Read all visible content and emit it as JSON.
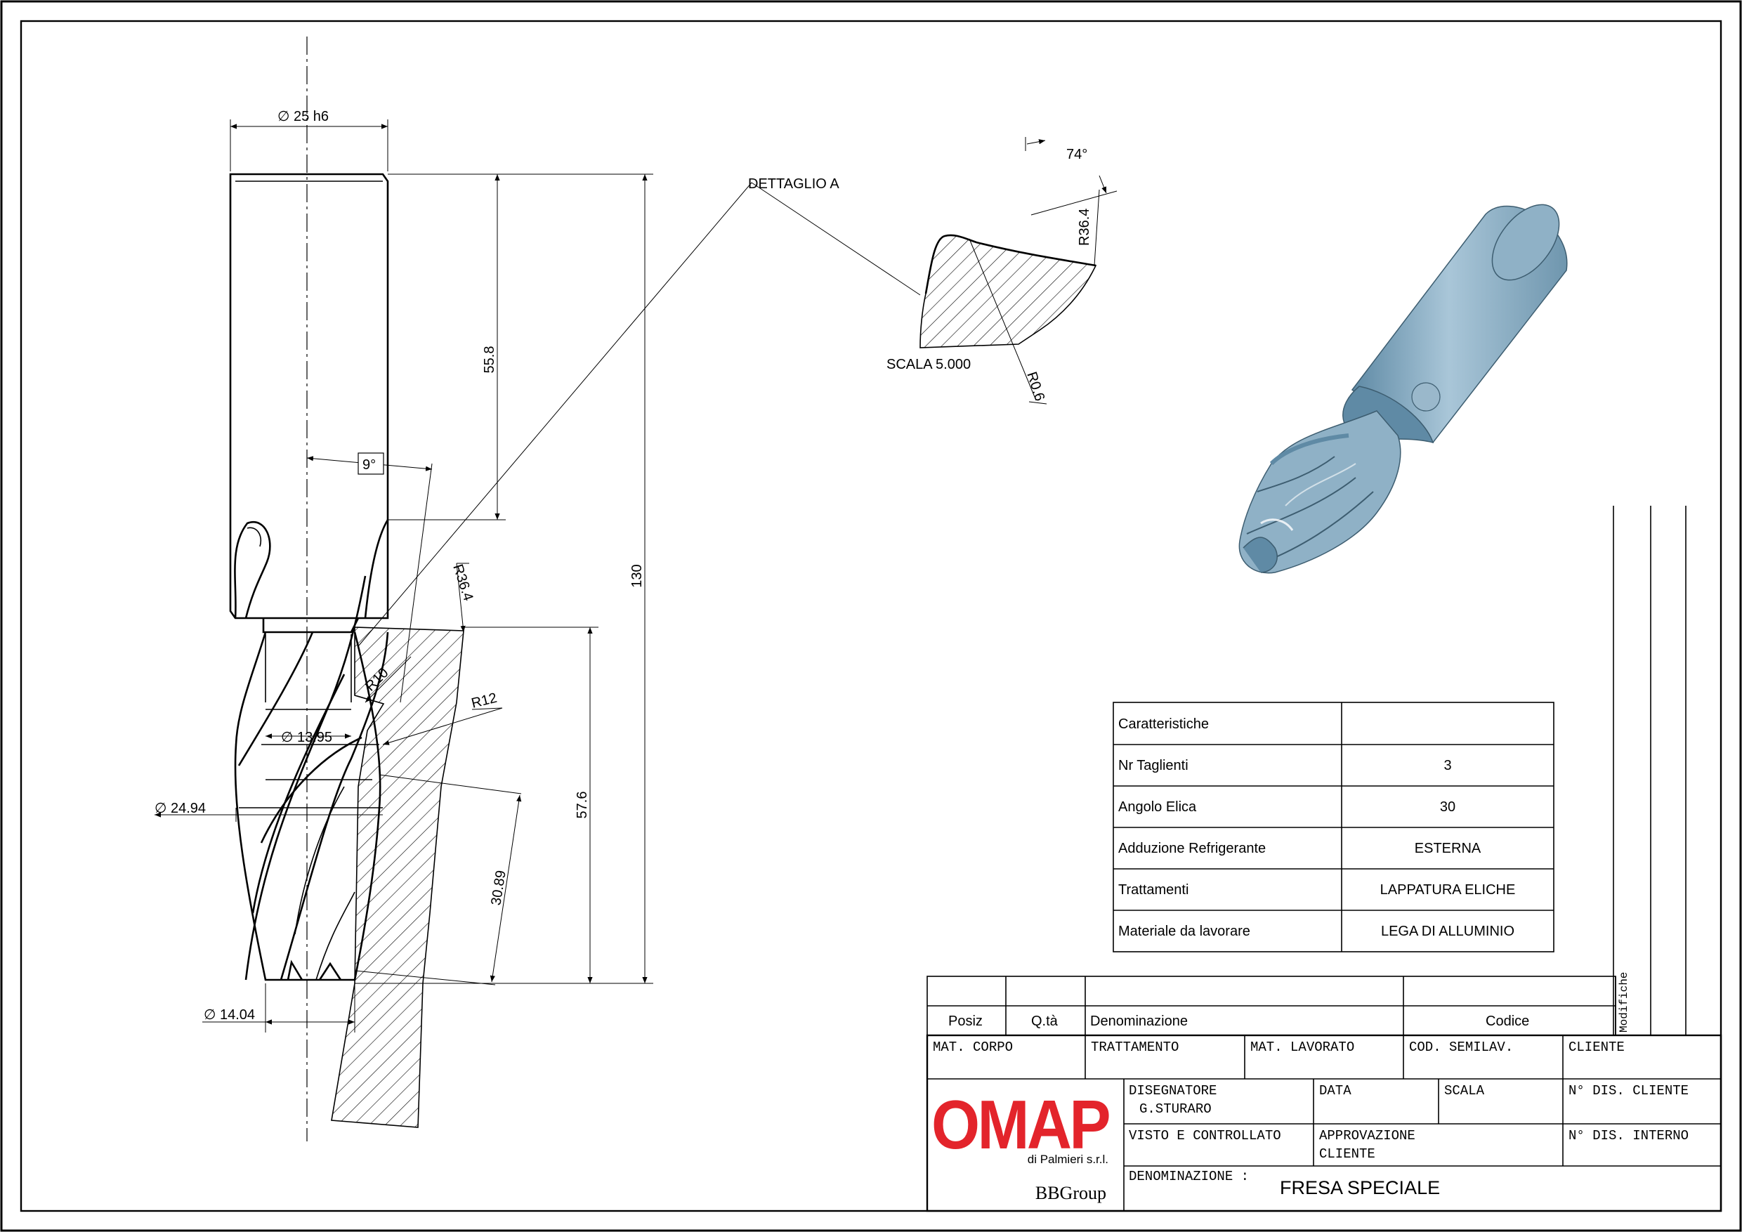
{
  "dimensions": {
    "shank_diameter": "∅ 25 h6",
    "shank_length": "55.8",
    "total_length": "130",
    "angle_9": "9°",
    "r36_main": "R36.4",
    "r10": "R10",
    "r12": "R12",
    "core_diameter": "∅ 13.95",
    "cut_length": "57.6",
    "outer_diameter": "∅ 24.94",
    "helix_length": "30.89",
    "tip_diameter": "∅ 14.04"
  },
  "detail": {
    "label": "DETTAGLIO A",
    "angle": "74°",
    "radius_large": "R36.4",
    "radius_small": "R0.6",
    "scale": "SCALA  5.000"
  },
  "characteristics": {
    "header": "Caratteristiche",
    "rows": [
      {
        "label": "Nr Taglienti",
        "value": "3"
      },
      {
        "label": "Angolo Elica",
        "value": "30"
      },
      {
        "label": "Adduzione Refrigerante",
        "value": "ESTERNA"
      },
      {
        "label": "Trattamenti",
        "value": "LAPPATURA ELICHE"
      },
      {
        "label": "Materiale da lavorare",
        "value": "LEGA DI ALLUMINIO"
      }
    ]
  },
  "titleblock": {
    "posiz": "Posiz",
    "qta": "Q.tà",
    "denominazione_col": "Denominazione",
    "codice": "Codice",
    "modifiche": "Modifiche",
    "mat_corpo": "MAT. CORPO",
    "trattamento": "TRATTAMENTO",
    "mat_lavorato": "MAT. LAVORATO",
    "cod_semilav": "COD. SEMILAV.",
    "cliente": "CLIENTE",
    "disegnatore": "DISEGNATORE",
    "disegnatore_name": "G.STURARO",
    "data": "DATA",
    "scala": "SCALA",
    "n_dis_cliente": "N° DIS. CLIENTE",
    "visto": "VISTO E CONTROLLATO",
    "approvazione_1": "APPROVAZIONE",
    "approvazione_2": "CLIENTE",
    "n_dis_interno": "N° DIS. INTERNO",
    "denominazione_label": "DENOMINAZIONE :",
    "denominazione_value": "FRESA SPECIALE"
  },
  "logo": {
    "brand": "OMAP",
    "subtitle": "di Palmieri s.r.l.",
    "group": "BBGroup",
    "color": "#e3242b"
  },
  "render_3d": {
    "fill_color": "#8fb1c6",
    "shade_color": "#5f8aa5"
  }
}
